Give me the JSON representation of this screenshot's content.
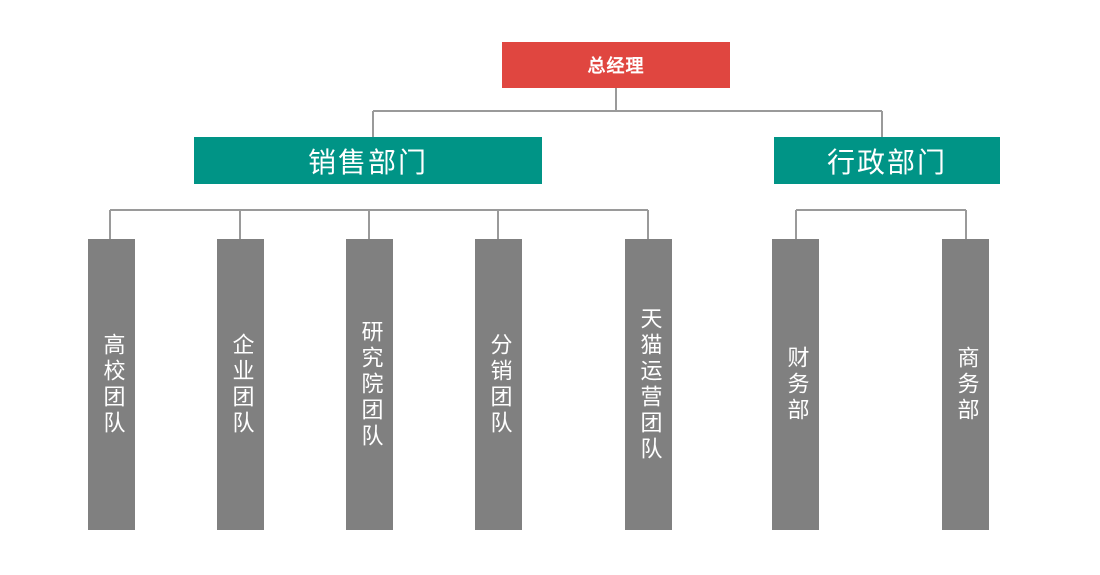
{
  "org": {
    "root": {
      "label": "总经理",
      "color": "#E04640"
    },
    "departments": [
      {
        "label": "销售部门",
        "color": "#009486",
        "teams": [
          {
            "label": "高校团队"
          },
          {
            "label": "企业团队"
          },
          {
            "label": "研究院团队"
          },
          {
            "label": "分销团队"
          },
          {
            "label": "天猫运营团队"
          }
        ]
      },
      {
        "label": "行政部门",
        "color": "#009486",
        "teams": [
          {
            "label": "财务部"
          },
          {
            "label": "商务部"
          }
        ]
      }
    ],
    "team_color": "#808080",
    "line_color": "#9a9a9a"
  }
}
